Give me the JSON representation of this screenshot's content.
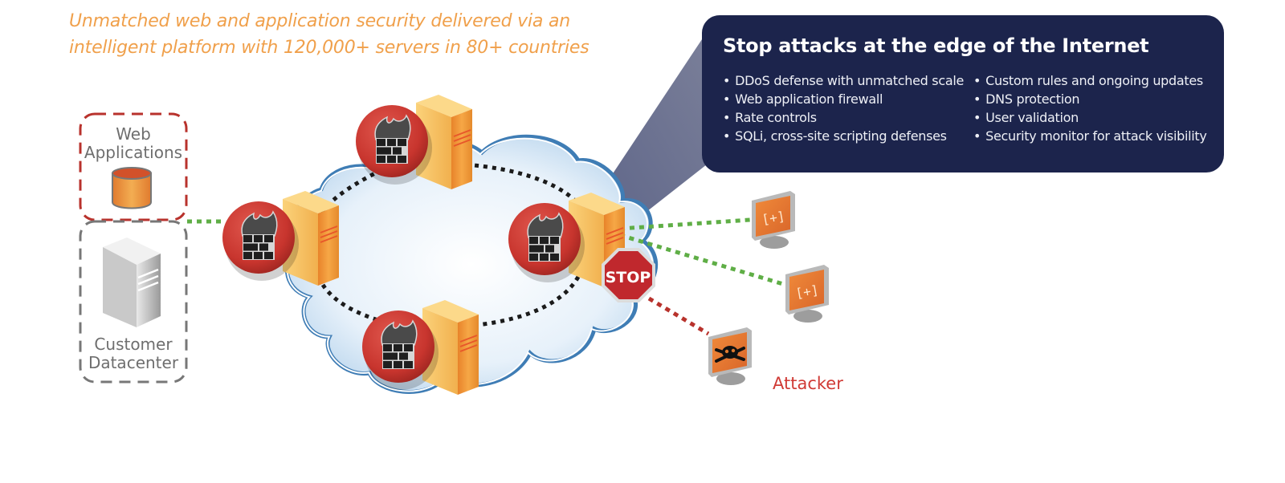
{
  "tagline": {
    "line1": "Unmatched web and application security delivered via an",
    "line2": "intelligent platform with 120,000+ servers in 80+ countries"
  },
  "panel": {
    "title": "Stop attacks at the edge of the Internet",
    "left_items": [
      "DDoS defense with unmatched scale",
      "Web application firewall",
      "Rate controls",
      "SQLi, cross-site scripting defenses"
    ],
    "right_items": [
      "Custom rules and ongoing updates",
      "DNS protection",
      "User validation",
      "Security monitor for attack visibility"
    ]
  },
  "customer": {
    "web_apps_label_1": "Web",
    "web_apps_label_2": "Applications",
    "datacenter_label_1": "Customer",
    "datacenter_label_2": "Datacenter"
  },
  "edge": {
    "stop_sign_text": "STOP",
    "user_screen_text": "[+]",
    "attacker_label": "Attacker"
  },
  "colors": {
    "tagline": "#f0a04b",
    "panel_bg": "#1c244c",
    "firewall_red": "#c8352e",
    "server_orange": "#f29a36",
    "cloud_blue": "#3f7db5",
    "link_green": "#5fae46",
    "link_red": "#b8322c",
    "stop_red": "#c0282d",
    "attacker_red": "#d03a35"
  }
}
